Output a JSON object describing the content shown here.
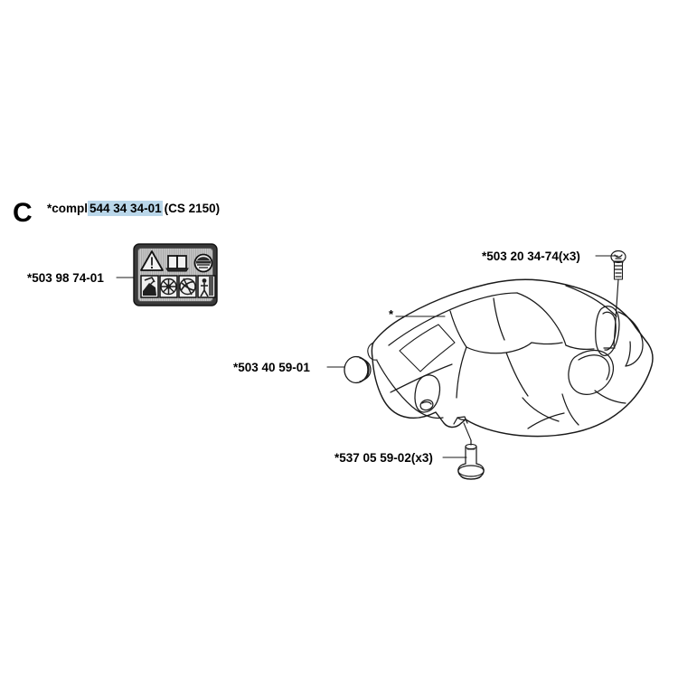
{
  "page": {
    "section_letter": "C",
    "background_color": "#ffffff",
    "line_color": "#1a1a1a",
    "highlight_color": "#b9d6e9"
  },
  "header": {
    "prefix": "*compl",
    "part_number": "544 34 34-01",
    "model": "(CS 2150)"
  },
  "callouts": [
    {
      "id": "decal",
      "part_number": "*503 98 74-01",
      "quantity": "",
      "target": "warning-decal"
    },
    {
      "id": "screw",
      "part_number": "*503 20 34-74",
      "quantity": "(x3)",
      "target": "long-screw"
    },
    {
      "id": "plug",
      "part_number": "*503 40 59-01",
      "quantity": "",
      "target": "rubber-plug"
    },
    {
      "id": "bolt",
      "part_number": "*537 05 59-02",
      "quantity": "(x3)",
      "target": "spacer-bolt"
    }
  ],
  "cover": {
    "marker": "*",
    "name": "cylinder-cover"
  },
  "decal": {
    "name": "warning-decal",
    "top_icons": [
      "warning-triangle-icon",
      "manual-book-icon",
      "helmet-icon"
    ],
    "bottom_icons": [
      "kickback-pictogram-icon",
      "saw-blade-pictogram-icon",
      "two-hand-pictogram-icon",
      "operator-pictogram-icon"
    ]
  }
}
